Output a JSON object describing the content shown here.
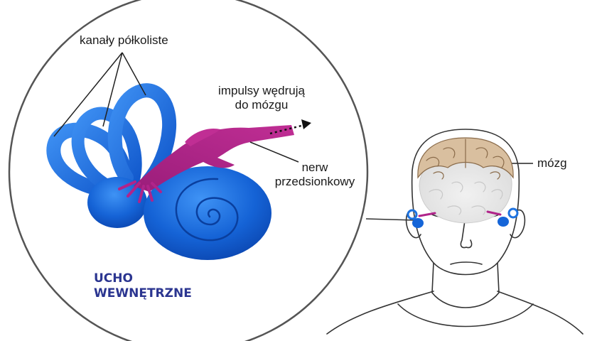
{
  "labels": {
    "semicircular_canals": "kanały półkoliste",
    "impulses_line1": "impulsy wędrują",
    "impulses_line2": "do mózgu",
    "nerve_line1": "nerw",
    "nerve_line2": "przedsionkowy",
    "brain": "mózg",
    "title_line1": "UCHO",
    "title_line2": "WEWNĘTRZNE"
  },
  "colors": {
    "cochlea_blue": "#1565d8",
    "canal_blue": "#1e73e0",
    "nerve_magenta": "#b0248a",
    "title_navy": "#2b3590",
    "brain_tan": "#d9bf9f",
    "outline": "#333333"
  }
}
